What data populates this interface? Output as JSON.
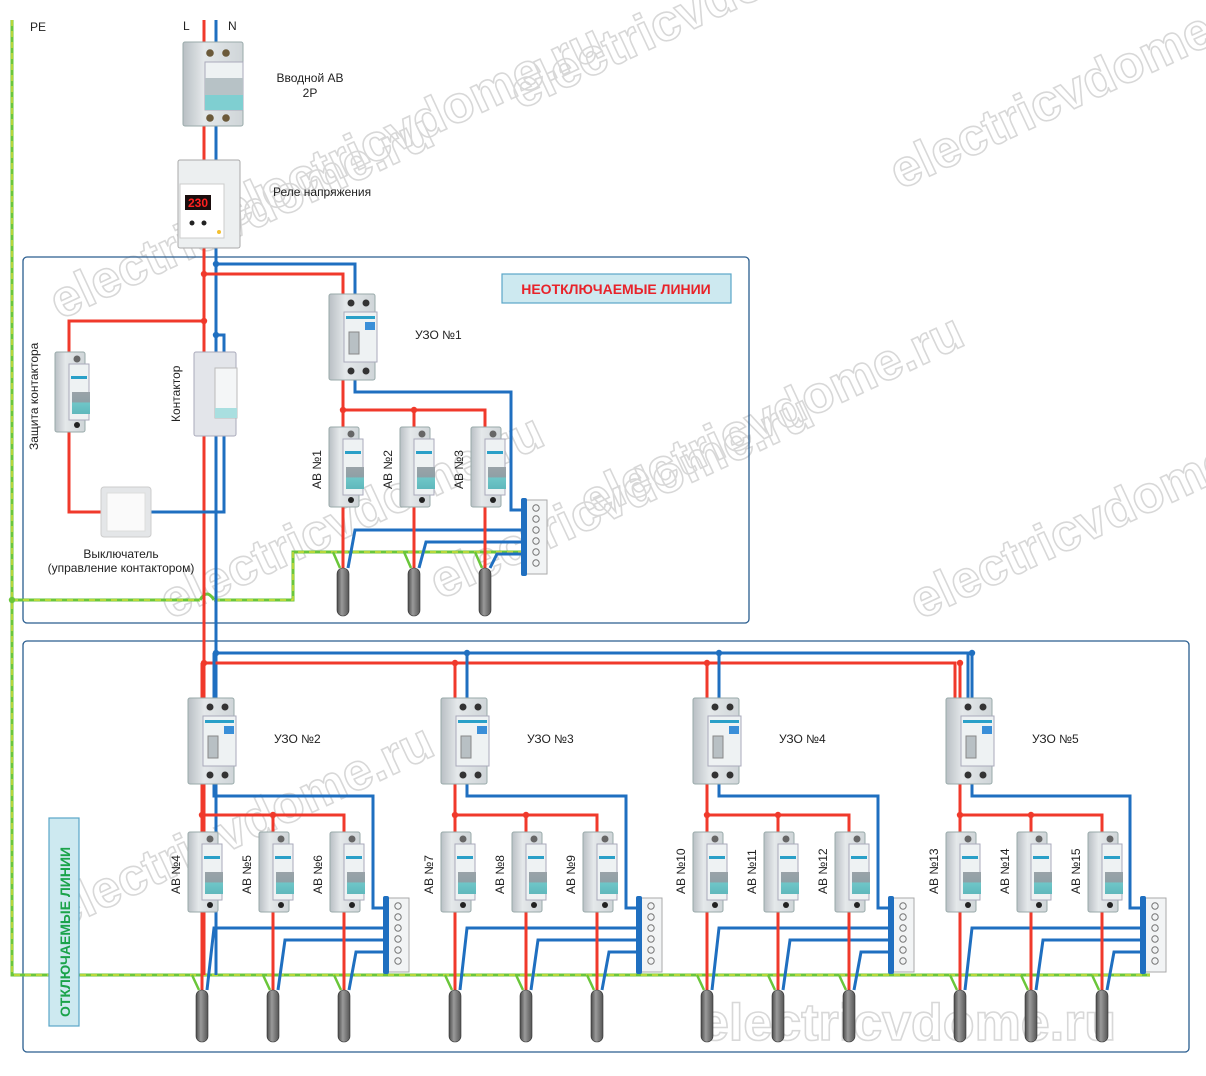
{
  "colors": {
    "phase": "#f0392b",
    "neutral": "#1f6fc0",
    "pe_green": "#6ac63a",
    "pe_yellow": "#e8e23a",
    "frame": "#2a5d8f",
    "title_red": "#e8232a",
    "title_green": "#1aa34a",
    "title_bg": "#cde9f0"
  },
  "supply": {
    "pe": "PE",
    "l": "L",
    "n": "N"
  },
  "main_breaker": {
    "line1": "Вводной АВ",
    "line2": "2Р"
  },
  "voltage_relay": {
    "label": "Реле напряжения",
    "display": "230"
  },
  "contactor": {
    "protection_label": "Защита контактора",
    "label": "Контактор",
    "switch_line1": "Выключатель",
    "switch_line2": "(управление контактором)"
  },
  "sections": {
    "uninterruptible": "НЕОТКЛЮЧАЕМЫЕ ЛИНИИ",
    "switchable": "ОТКЛЮЧАЕМЫЕ ЛИНИИ"
  },
  "rcd_groups": [
    {
      "rcd": "УЗО №1",
      "breakers": [
        "АВ №1",
        "АВ №2",
        "АВ №3"
      ]
    },
    {
      "rcd": "УЗО №2",
      "breakers": [
        "АВ №4",
        "АВ №5",
        "АВ №6"
      ]
    },
    {
      "rcd": "УЗО №3",
      "breakers": [
        "АВ №7",
        "АВ №8",
        "АВ №9"
      ]
    },
    {
      "rcd": "УЗО №4",
      "breakers": [
        "АВ №10",
        "АВ №11",
        "АВ №12"
      ]
    },
    {
      "rcd": "УЗО №5",
      "breakers": [
        "АВ №13",
        "АВ №14",
        "АВ №15"
      ]
    }
  ],
  "watermark": "electricvdome.ru"
}
